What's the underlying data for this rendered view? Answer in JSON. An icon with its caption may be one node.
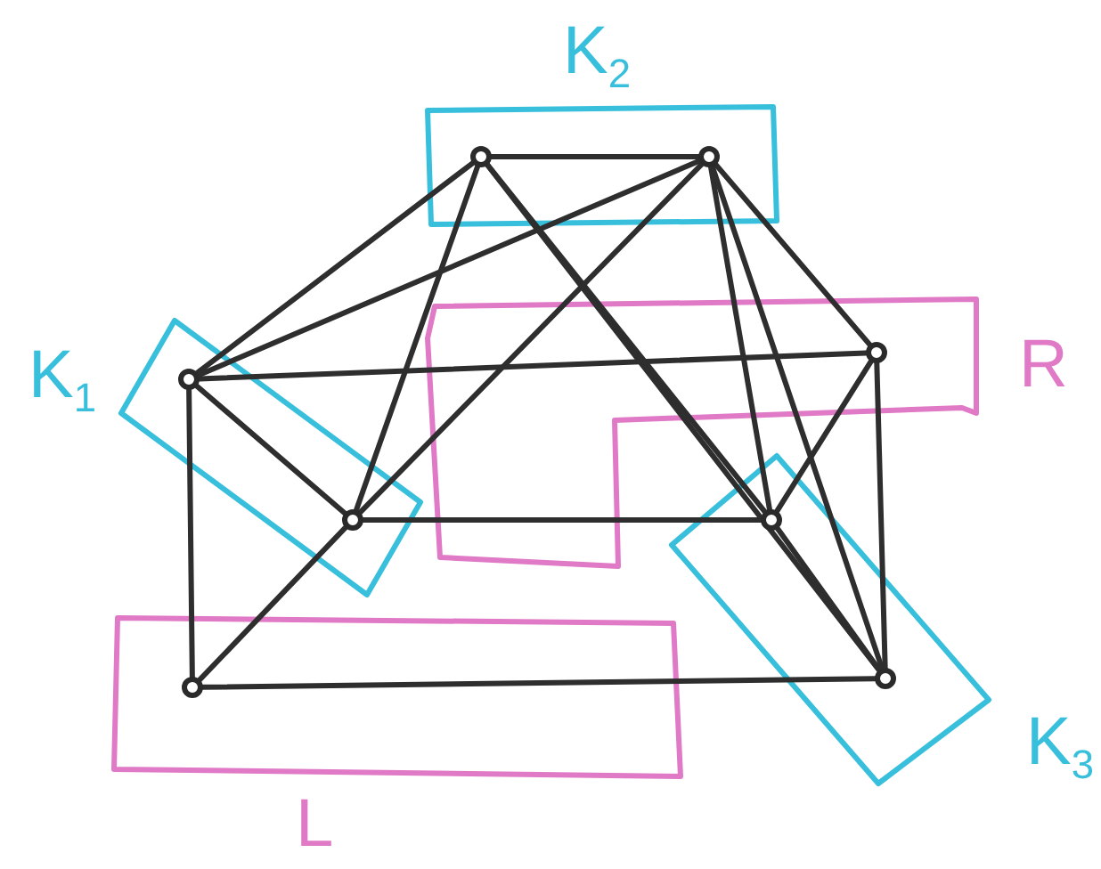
{
  "diagram": {
    "nodes": [
      {
        "text": [
          "K$_{2}$"
        ]
      },
      {
        "text": [],
        "shape": "circle",
        "in": 0
      },
      {
        "text": [],
        "shape": "circle",
        "in": 0
      },
      {
        "text": [
          "K$_{1}$"
        ]
      },
      {
        "text": [],
        "shape": "circle",
        "in": 3
      },
      {
        "text": [],
        "shape": "circle",
        "in": 3
      },
      {
        "text": [
          "R"
        ]
      },
      {
        "text": [],
        "shape": "circle",
        "in": 6
      },
      {
        "text": [
          "K$_{3}$"
        ]
      },
      {
        "text": [],
        "shape": "circle",
        "in": 8
      },
      {
        "text": [],
        "shape": "circle",
        "in": 8
      },
      {
        "text": [
          "L"
        ]
      },
      {
        "text": [],
        "shape": "circle",
        "in": 11
      }
    ],
    "edges": [
      {
        "from": 1,
        "to": 2,
        "arrow": "none"
      },
      {
        "from": 1,
        "to": 4,
        "arrow": "none"
      },
      {
        "from": 1,
        "to": 5,
        "arrow": "none"
      },
      {
        "from": 1,
        "to": 9,
        "arrow": "none"
      },
      {
        "from": 1,
        "to": 10,
        "arrow": "none"
      },
      {
        "from": 2,
        "to": 4,
        "arrow": "none"
      },
      {
        "from": 2,
        "to": 5,
        "arrow": "none"
      },
      {
        "from": 2,
        "to": 7,
        "arrow": "none"
      },
      {
        "from": 2,
        "to": 9,
        "arrow": "none"
      },
      {
        "from": 2,
        "to": 10,
        "arrow": "none"
      },
      {
        "from": 4,
        "to": 7,
        "arrow": "none"
      },
      {
        "from": 4,
        "to": 5,
        "arrow": "none"
      },
      {
        "from": 4,
        "to": 12,
        "arrow": "none"
      },
      {
        "from": 5,
        "to": 9,
        "arrow": "none"
      },
      {
        "from": 5,
        "to": 12,
        "arrow": "none"
      },
      {
        "from": 7,
        "to": 9,
        "arrow": "none"
      },
      {
        "from": 7,
        "to": 10,
        "arrow": "none"
      },
      {
        "from": 9,
        "to": 10,
        "arrow": "none"
      },
      {
        "from": 12,
        "to": 10,
        "arrow": "none"
      }
    ]
  }
}
